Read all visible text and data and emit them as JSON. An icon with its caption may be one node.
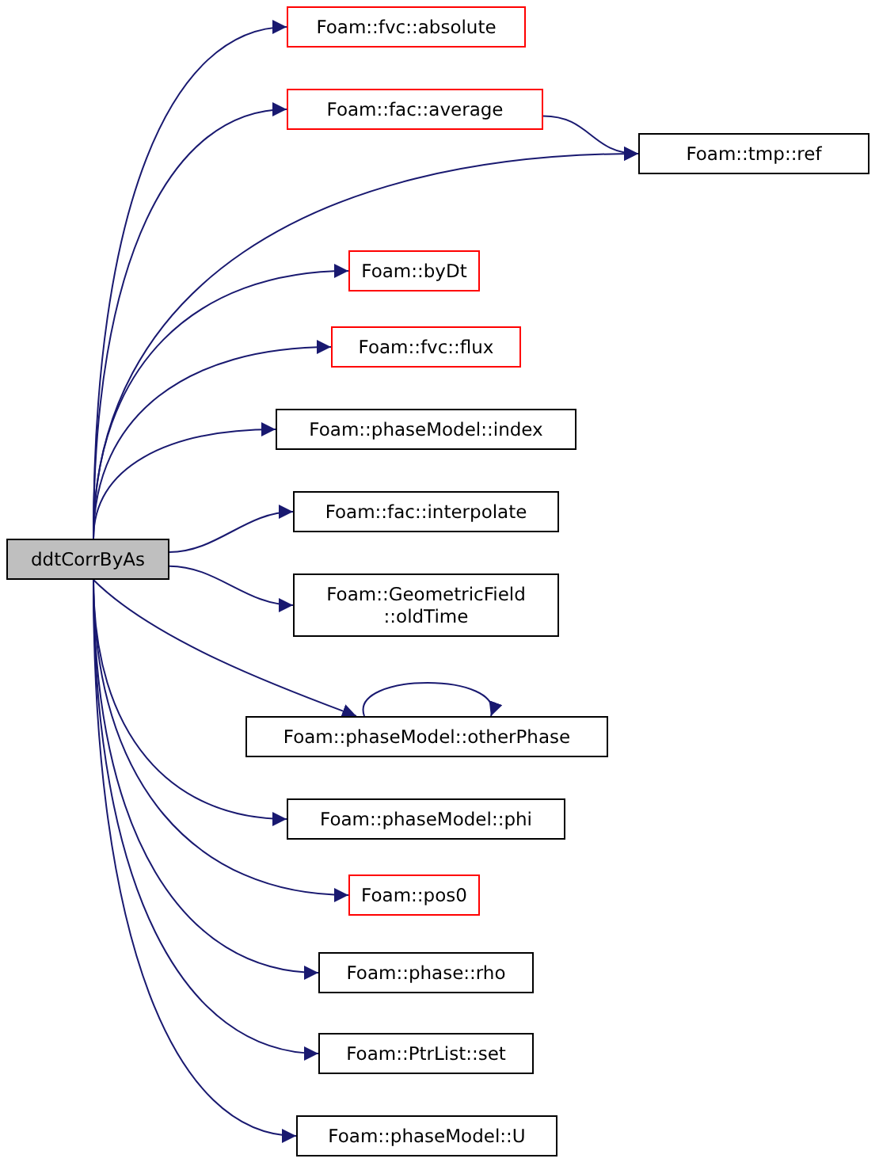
{
  "diagram": {
    "nodes": [
      {
        "text": [
          "ddtCorrByAs"
        ]
      },
      {
        "text": [
          "Foam::fvc::absolute"
        ]
      },
      {
        "text": [
          "Foam::fac::average"
        ]
      },
      {
        "text": [
          "Foam::tmp::ref"
        ]
      },
      {
        "text": [
          "Foam::byDt"
        ]
      },
      {
        "text": [
          "Foam::fvc::flux"
        ]
      },
      {
        "text": [
          "Foam::phaseModel::index"
        ]
      },
      {
        "text": [
          "Foam::fac::interpolate"
        ]
      },
      {
        "text": [
          "Foam::GeometricField ::oldTime"
        ]
      },
      {
        "text": [
          "Foam::phaseModel::otherPhase"
        ]
      },
      {
        "text": [
          "Foam::phaseModel::phi"
        ]
      },
      {
        "text": [
          "Foam::pos0"
        ]
      },
      {
        "text": [
          "Foam::phase::rho"
        ]
      },
      {
        "text": [
          "Foam::PtrList::set"
        ]
      },
      {
        "text": [
          "Foam::phaseModel::U"
        ]
      }
    ],
    "edges": [
      {
        "from": 0,
        "to": 1,
        "arrow": "to"
      },
      {
        "from": 0,
        "to": 2,
        "arrow": "to"
      },
      {
        "from": 2,
        "to": 3,
        "arrow": "to"
      },
      {
        "from": 0,
        "to": 3,
        "arrow": "to"
      },
      {
        "from": 0,
        "to": 4,
        "arrow": "to"
      },
      {
        "from": 0,
        "to": 5,
        "arrow": "to"
      },
      {
        "from": 0,
        "to": 6,
        "arrow": "to"
      },
      {
        "from": 0,
        "to": 7,
        "arrow": "to"
      },
      {
        "from": 0,
        "to": 8,
        "arrow": "to"
      },
      {
        "from": 0,
        "to": 9,
        "arrow": "to"
      },
      {
        "from": 9,
        "to": 9,
        "arrow": "to"
      },
      {
        "from": 0,
        "to": 10,
        "arrow": "to"
      },
      {
        "from": 0,
        "to": 11,
        "arrow": "to"
      },
      {
        "from": 0,
        "to": 12,
        "arrow": "to"
      },
      {
        "from": 0,
        "to": 13,
        "arrow": "to"
      },
      {
        "from": 0,
        "to": 14,
        "arrow": "to"
      }
    ]
  }
}
